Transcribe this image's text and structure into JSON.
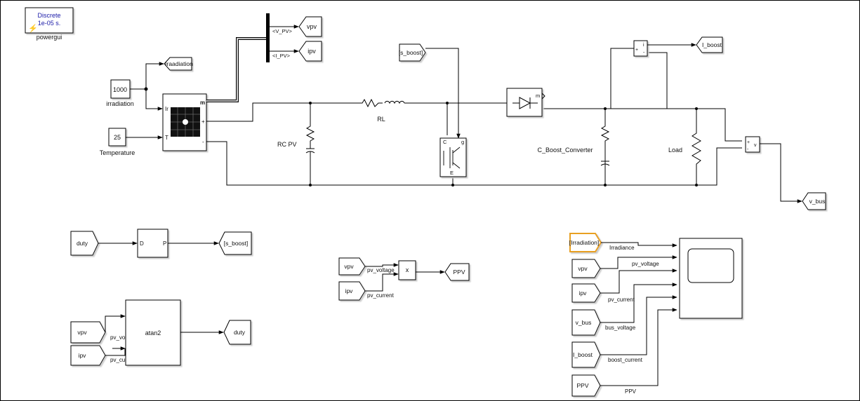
{
  "powergui": {
    "line1": "Discrete",
    "line2": "1e-05 s.",
    "label": "powergui"
  },
  "sources": {
    "irradiation_value": "1000",
    "irradiation_label": "irradiation",
    "temperature_value": "25",
    "temperature_label": "Temperature"
  },
  "pv_array": {
    "port_ir": "Ir",
    "port_t": "T",
    "port_m": "m",
    "port_plus": "+",
    "port_minus": "-"
  },
  "bus_selector": {
    "out1": "<V_PV>",
    "out2": "<I_PV>"
  },
  "gotos": {
    "vpv": "vpv",
    "ipv": "ipv",
    "irradiation": "Iraadiation",
    "i_boost": "I_boost",
    "v_bus": "v_bus",
    "s_boost": "[s_boost]",
    "duty": "duty",
    "ppv": "PPV"
  },
  "from_tags": {
    "s_boost": "[s_boost]",
    "duty1": "duty",
    "vpv1": "vpv",
    "ipv1": "ipv",
    "vpv2": "vpv",
    "ipv2": "ipv",
    "irr_scope": "[Irradiation]",
    "vpv_scope": "vpv",
    "ipv_scope": "ipv",
    "vbus_scope": "v_bus",
    "iboost_scope": "I_boost",
    "ppv_scope": "PPV"
  },
  "labels": {
    "rc_pv": "RC PV",
    "rl": "RL",
    "c_boost": "C_Boost_Converter",
    "load": "Load"
  },
  "pwm": {
    "in": "D",
    "out": "P"
  },
  "product": {
    "symbol": "x",
    "sig1": "pv_voltage",
    "sig2": "pv_current"
  },
  "atan": {
    "name": "atan2",
    "sig1": "pv_voltage",
    "sig2": "pv_current"
  },
  "sensors": {
    "i_plus": "+",
    "i_minus": "-",
    "i_out": "i",
    "v_plus": "+",
    "v_minus": "-",
    "v_out": "v"
  },
  "igbt": {
    "c": "C",
    "g": "g",
    "e": "E"
  },
  "diode": {
    "m": "m"
  },
  "scope_signals": [
    "Irradiance",
    "pv_voltage",
    "pv_current",
    "bus_voltage",
    "boost_current",
    "PPV"
  ],
  "colors": {
    "powergui_text": "#1a1aa8",
    "highlight": "#e8a020",
    "line": "#000000"
  }
}
